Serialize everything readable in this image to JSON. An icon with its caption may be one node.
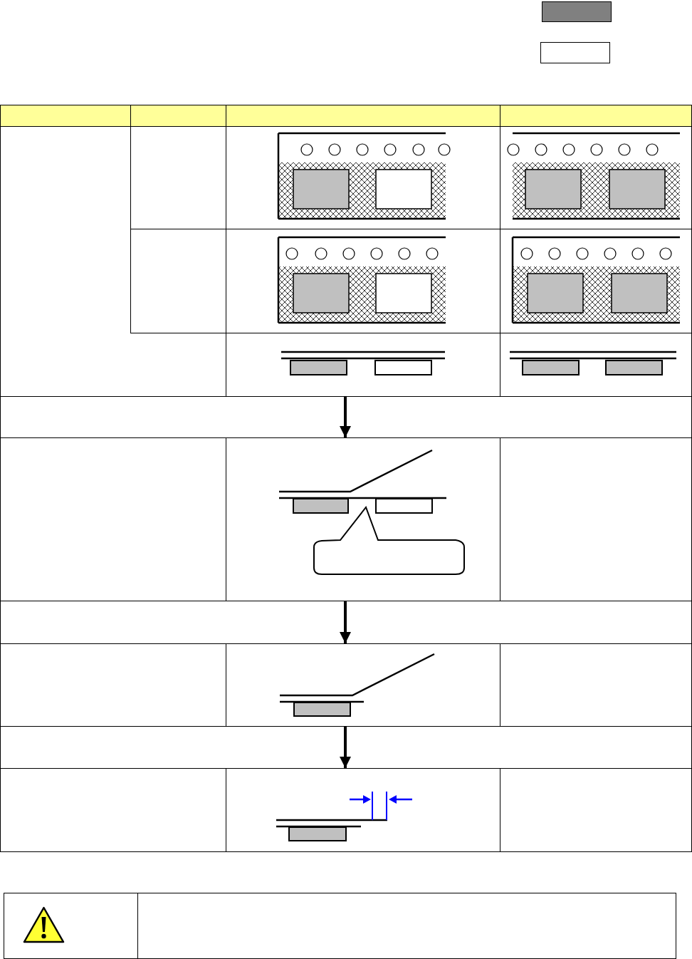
{
  "diagram": {
    "nodes": [
      {
        "text": [],
        "shape": "box"
      },
      {
        "text": [],
        "shape": "box"
      },
      {
        "text": [],
        "shape": "box"
      },
      {
        "text": [],
        "shape": "box"
      },
      {
        "text": [],
        "shape": "callout",
        "in": 1
      }
    ],
    "edges": [
      {
        "from": 0,
        "to": 1,
        "arrow": "to"
      },
      {
        "from": 1,
        "to": 2,
        "arrow": "to"
      },
      {
        "from": 2,
        "to": 3,
        "arrow": "to"
      }
    ]
  }
}
